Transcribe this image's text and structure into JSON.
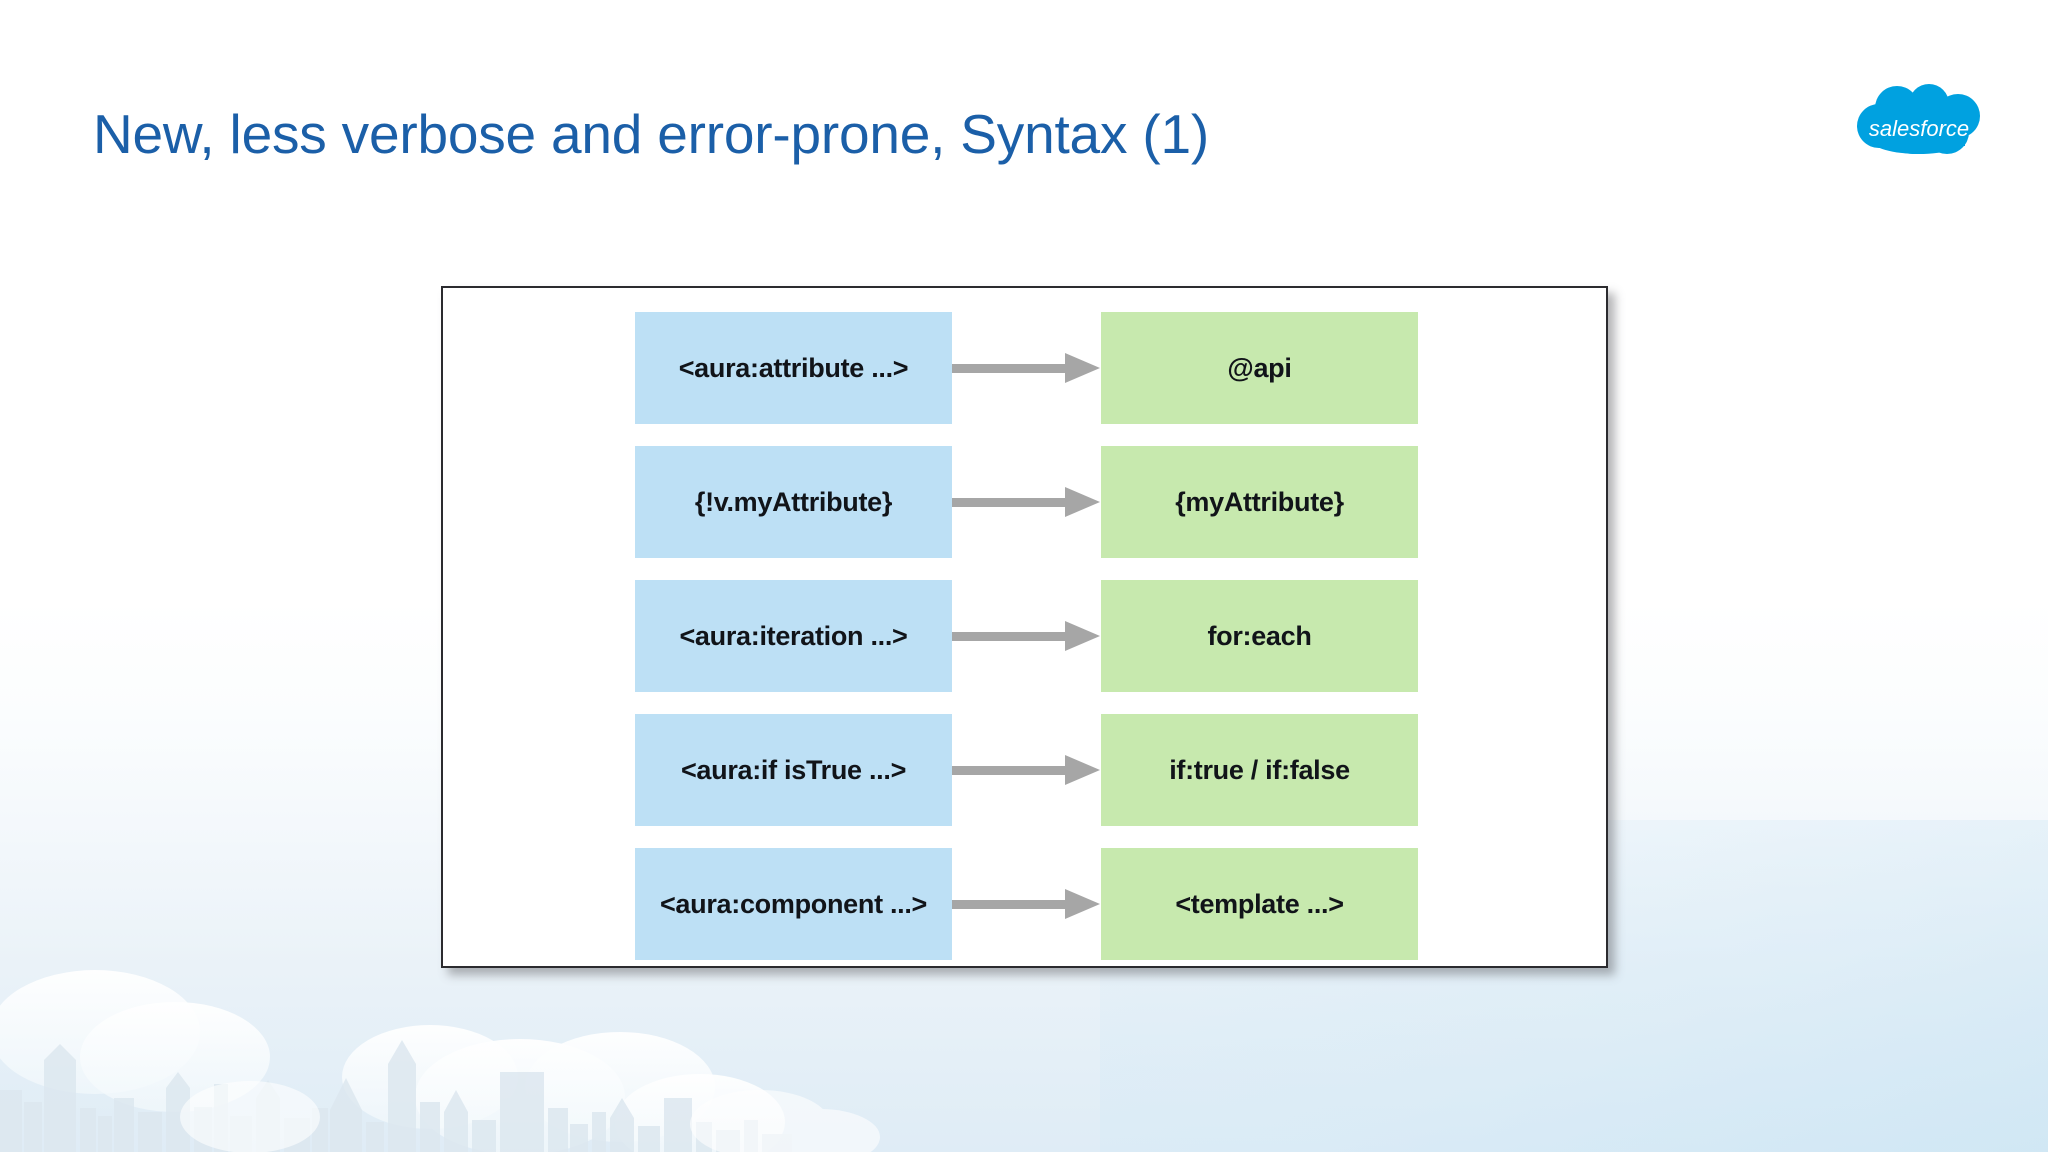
{
  "slide": {
    "title": "New, less verbose and error-prone, Syntax (1)",
    "title_color": "#1B5FA8",
    "background_color": "#ffffff"
  },
  "brand": {
    "logo_name": "salesforce-cloud-logo",
    "logo_text": "salesforce",
    "logo_color": "#00A1E0"
  },
  "diagram": {
    "border_color": "#2b2b2f",
    "left_box_color": "#bde0f5",
    "right_box_color": "#c7e9ae",
    "arrow_color": "#a6a6a6",
    "arrow_icon": "arrow-right-icon",
    "rows": [
      {
        "from": "<aura:attribute ...>",
        "to": "@api"
      },
      {
        "from": "{!v.myAttribute}",
        "to": "{myAttribute}"
      },
      {
        "from": "<aura:iteration ...>",
        "to": "for:each"
      },
      {
        "from": "<aura:if isTrue ...>",
        "to": "if:true / if:false"
      },
      {
        "from": "<aura:component ...>",
        "to": "<template ...>"
      }
    ]
  },
  "decor": {
    "skyline_name": "city-skyline-silhouette",
    "skyline_color": "#dde8f0"
  }
}
